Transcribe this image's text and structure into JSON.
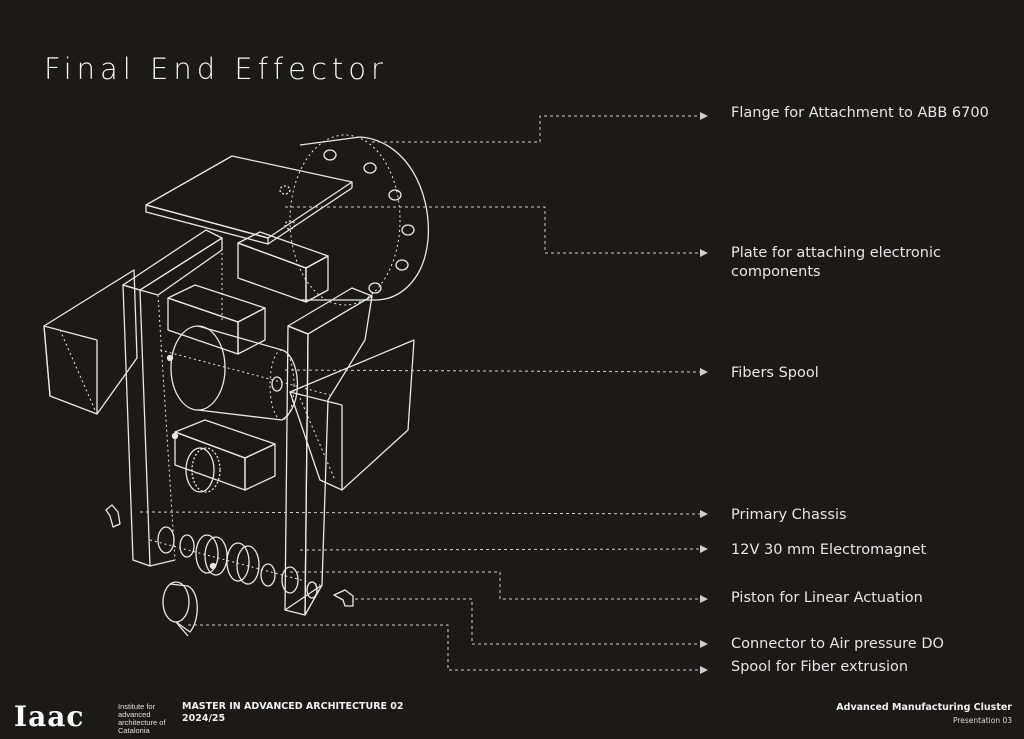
{
  "slide": {
    "title": "Final End Effector",
    "background": "#1b1a17",
    "line_color": "#e8e8e8"
  },
  "labels": {
    "flange": "Flange for Attachment to ABB 6700",
    "plate": "Plate for attaching electronic components",
    "fibers_spool": "Fibers Spool",
    "primary_chassis": "Primary Chassis",
    "electromagnet": "12V 30 mm Electromagnet",
    "piston": "Piston for Linear Actuation",
    "connector": "Connector to Air pressure DO",
    "spool_extrusion": "Spool for Fiber extrusion"
  },
  "footer": {
    "logo": "Iaac",
    "institute": "Institute for advanced architecture of Catalonia",
    "program": "MASTER IN ADVANCED ARCHITECTURE 02",
    "year": "2024/25",
    "cluster": "Advanced Manufacturing Cluster",
    "presentation": "Presentation 03"
  }
}
